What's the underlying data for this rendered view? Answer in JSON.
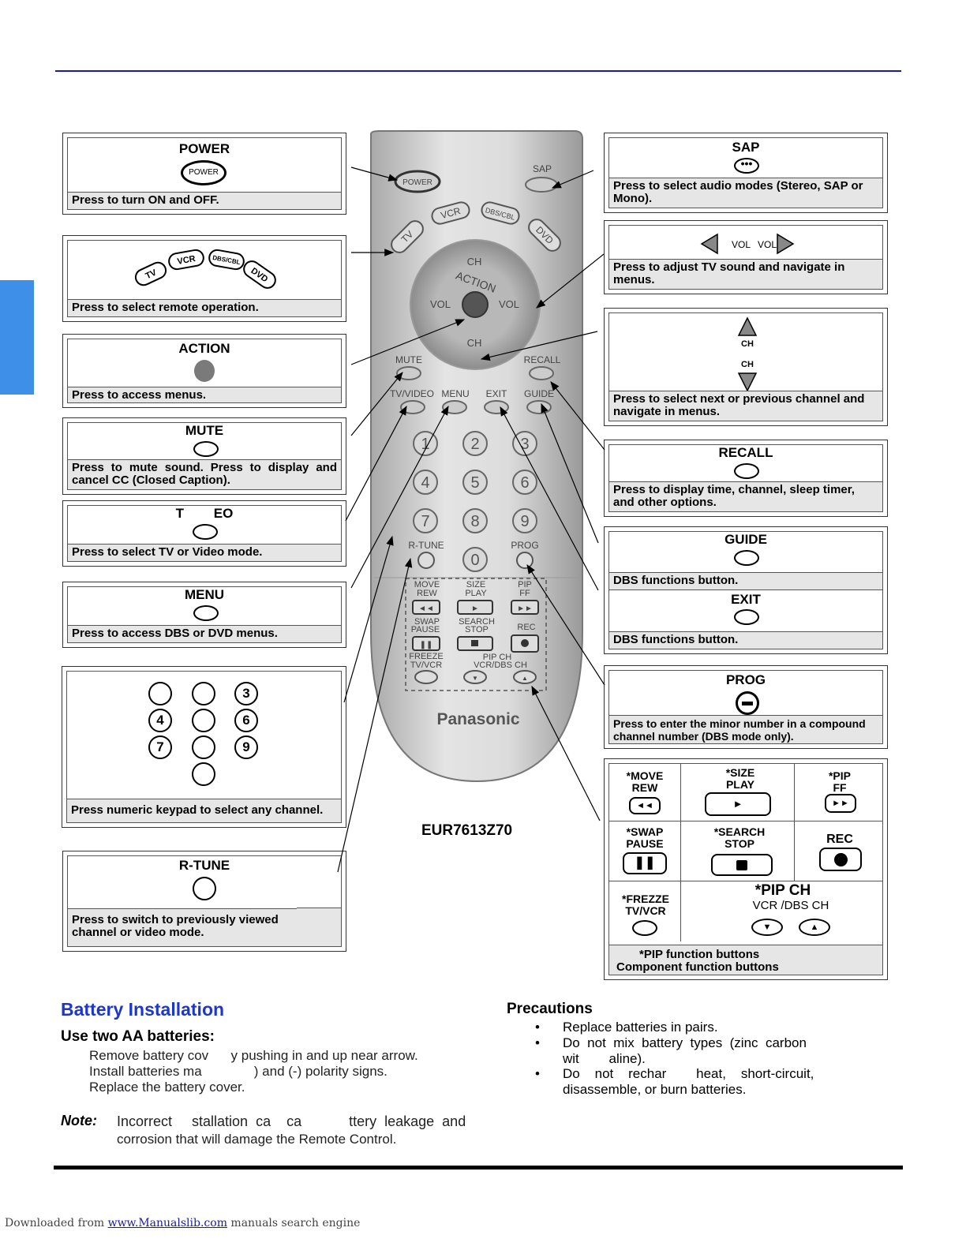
{
  "boxes": {
    "power": {
      "title": "POWER",
      "button": "POWER",
      "desc": "Press to turn ON and OFF."
    },
    "mode": {
      "buttons": [
        "TV",
        "VCR",
        "DBS/CBL",
        "DVD"
      ],
      "desc": "Press to select remote operation."
    },
    "action": {
      "title": "ACTION",
      "desc": "Press to access menus."
    },
    "mute": {
      "title": "MUTE",
      "desc": "Press to mute sound. Press to display and cancel CC (Closed Caption)."
    },
    "tvvideo": {
      "title": "T        EO",
      "desc": "Press to select TV or Video mode."
    },
    "menu": {
      "title": "MENU",
      "desc": "Press to access DBS or DVD menus."
    },
    "keypad": {
      "keys": [
        "3",
        "4",
        "6",
        "7",
        "9"
      ],
      "desc": "Press numeric keypad to select any channel."
    },
    "rtune": {
      "title": "R-TUNE",
      "desc": "Press to switch to previously viewed channel or video mode."
    },
    "sap": {
      "title": "SAP",
      "desc": "Press to select audio modes (Stereo, SAP or Mono)."
    },
    "vol": {
      "left": "VOL",
      "right": "VOL",
      "desc": "Press to adjust TV sound and navigate in menus."
    },
    "ch": {
      "up": "CH",
      "down": "CH",
      "desc": "Press to select next or previous channel and navigate in menus."
    },
    "recall": {
      "title": "RECALL",
      "desc": "Press to display time, channel, sleep timer, and other options."
    },
    "guide": {
      "title": "GUIDE",
      "desc": "DBS functions button."
    },
    "exit": {
      "title": "EXIT",
      "desc": "DBS functions button."
    },
    "prog": {
      "title": "PROG",
      "desc": "Press to enter the minor number in a compound channel number (DBS mode only)."
    }
  },
  "function_grid": {
    "move": "*MOVE\nREW",
    "size": "*SIZE\nPLAY",
    "pip": "*PIP\nFF",
    "swap": "*SWAP\nPAUSE",
    "search": "*SEARCH\nSTOP",
    "rec": "REC",
    "freeze": "*FREZZE\nTV/VCR",
    "pipch": "*PIP CH",
    "vcrdbs": "VCR /DBS CH",
    "footer1": "*PIP function buttons",
    "footer2": "Component function buttons"
  },
  "remote": {
    "model": "EUR7613Z70",
    "brand": "Panasonic",
    "labels": {
      "power": "POWER",
      "sap": "SAP",
      "tv": "TV",
      "vcr": "VCR",
      "dbs": "DBS/CBL",
      "dvd": "DVD",
      "ch": "CH",
      "action": "ACTION",
      "vol": "VOL",
      "mute": "MUTE",
      "recall": "RECALL",
      "tvvideo": "TV/VIDEO",
      "menu": "MENU",
      "exit": "EXIT",
      "guide": "GUIDE",
      "rtune": "R-TUNE",
      "prog": "PROG",
      "move": "MOVE",
      "rew": "REW",
      "size": "SIZE",
      "play": "PLAY",
      "pip": "PIP",
      "ff": "FF",
      "swap": "SWAP",
      "pause": "PAUSE",
      "search": "SEARCH",
      "stop": "STOP",
      "rec": "REC",
      "freeze": "FREEZE",
      "tvvcr": "TV/VCR",
      "pipch": "PIP CH",
      "vcrdbsch": "VCR/DBS CH"
    },
    "digits": [
      "1",
      "2",
      "3",
      "4",
      "5",
      "6",
      "7",
      "8",
      "9",
      "0"
    ]
  },
  "battery": {
    "title": "Battery Installation",
    "subtitle": "Use two AA batteries:",
    "steps": [
      "Remove battery cov      y pushing in and up near arrow.",
      "Install batteries ma              ) and (-) polarity signs.",
      "Replace the battery cover."
    ],
    "note_label": "Note:",
    "note_line1": "Incorrect     stallation  ca    ca            ttery  leakage  and",
    "note_line2": "corrosion that will damage the Remote Control."
  },
  "precautions": {
    "title": "Precautions",
    "items": [
      "Replace batteries in pairs.",
      "Do  not  mix  battery  types  (zinc  carbon",
      "wit        aline).",
      "Do    not    rechar        heat,    short-circuit,",
      "disassemble, or burn batteries."
    ]
  },
  "footer": {
    "prefix": "Downloaded from ",
    "link": "www.Manualslib.com",
    "suffix": " manuals search engine"
  }
}
